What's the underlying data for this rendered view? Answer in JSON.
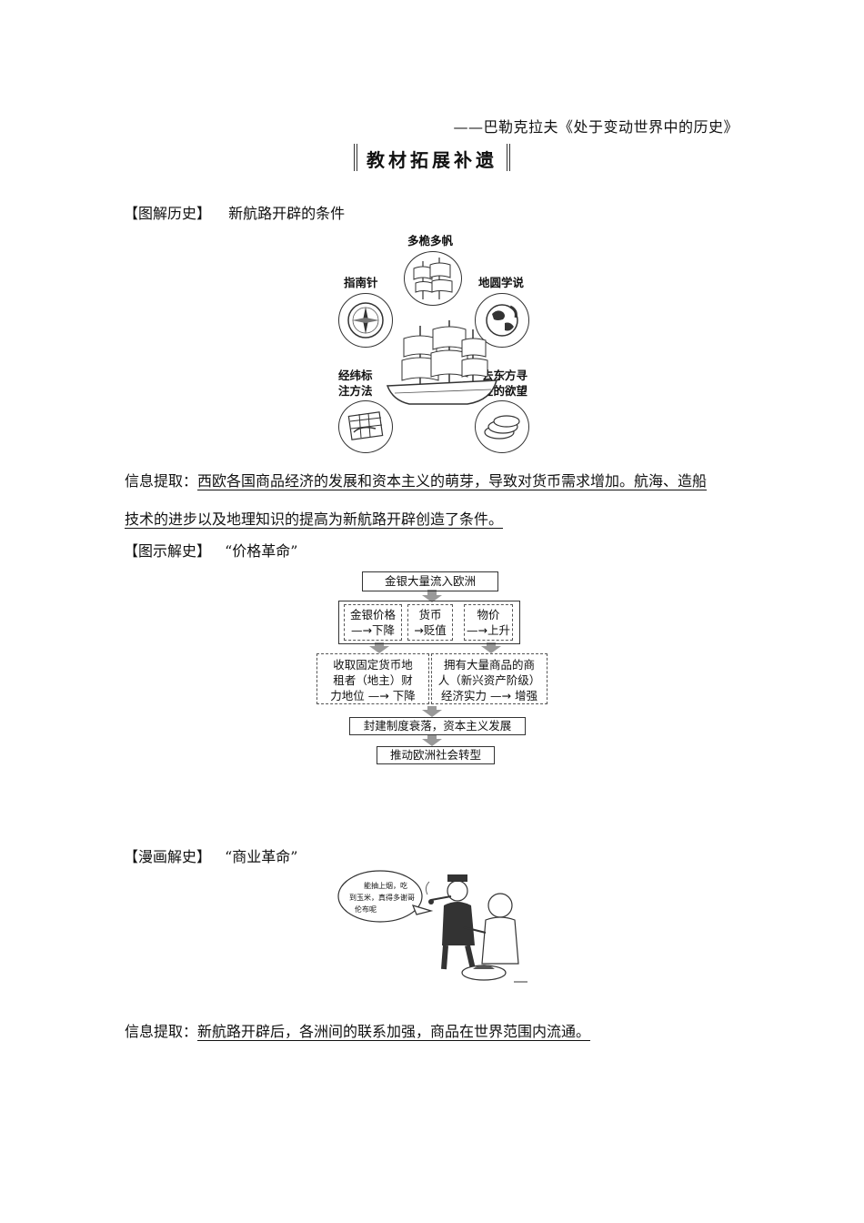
{
  "quote": "——巴勒克拉夫《处于变动世界中的历史》",
  "section_title": "教材拓展补遗",
  "part1": {
    "label": "【图解历史】",
    "heading": "新航路开辟的条件",
    "illustration": {
      "top": "多桅多帆",
      "left_top": "指南针",
      "right_top": "地圆学说",
      "left_bottom_1": "经纬标",
      "left_bottom_2": "注方法",
      "right_bottom_1": "去东方寻",
      "right_bottom_2": "金的欲望"
    },
    "info_label": "信息提取：",
    "info_text_1": "西欧各国商品经济的发展和资本主义的萌芽，导致对货币需求增加。航海、造船",
    "info_text_2": "技术的进步以及地理知识的提高为新航路开辟创造了条件。"
  },
  "part2": {
    "label": "【图示解史】",
    "heading": "“价格革命”",
    "flow": {
      "top": "金银大量流入欧洲",
      "gold_1": "金银价格",
      "gold_2": "—→下降",
      "money_1": "货币",
      "money_2": "→贬值",
      "goods_1": "物价",
      "goods_2": "—→上升",
      "left_1": "收取固定货币地",
      "left_2": "租者（地主）财",
      "left_3": "力地位 —→ 下降",
      "right_1": "拥有大量商品的商",
      "right_2": "人（新兴资产阶级）",
      "right_3": "经济实力 —→ 增强",
      "mid": "封建制度衰落，资本主义发展",
      "bottom": "推动欧洲社会转型"
    }
  },
  "part3": {
    "label": "【漫画解史】",
    "heading": "“商业革命”",
    "bubble_1": "能抽上烟，吃",
    "bubble_2": "到玉米，真得多谢哥",
    "bubble_3": "伦布呢",
    "info_label": "信息提取：",
    "info_text": "新航路开辟后，各洲间的联系加强，商品在世界范围内流通。"
  }
}
